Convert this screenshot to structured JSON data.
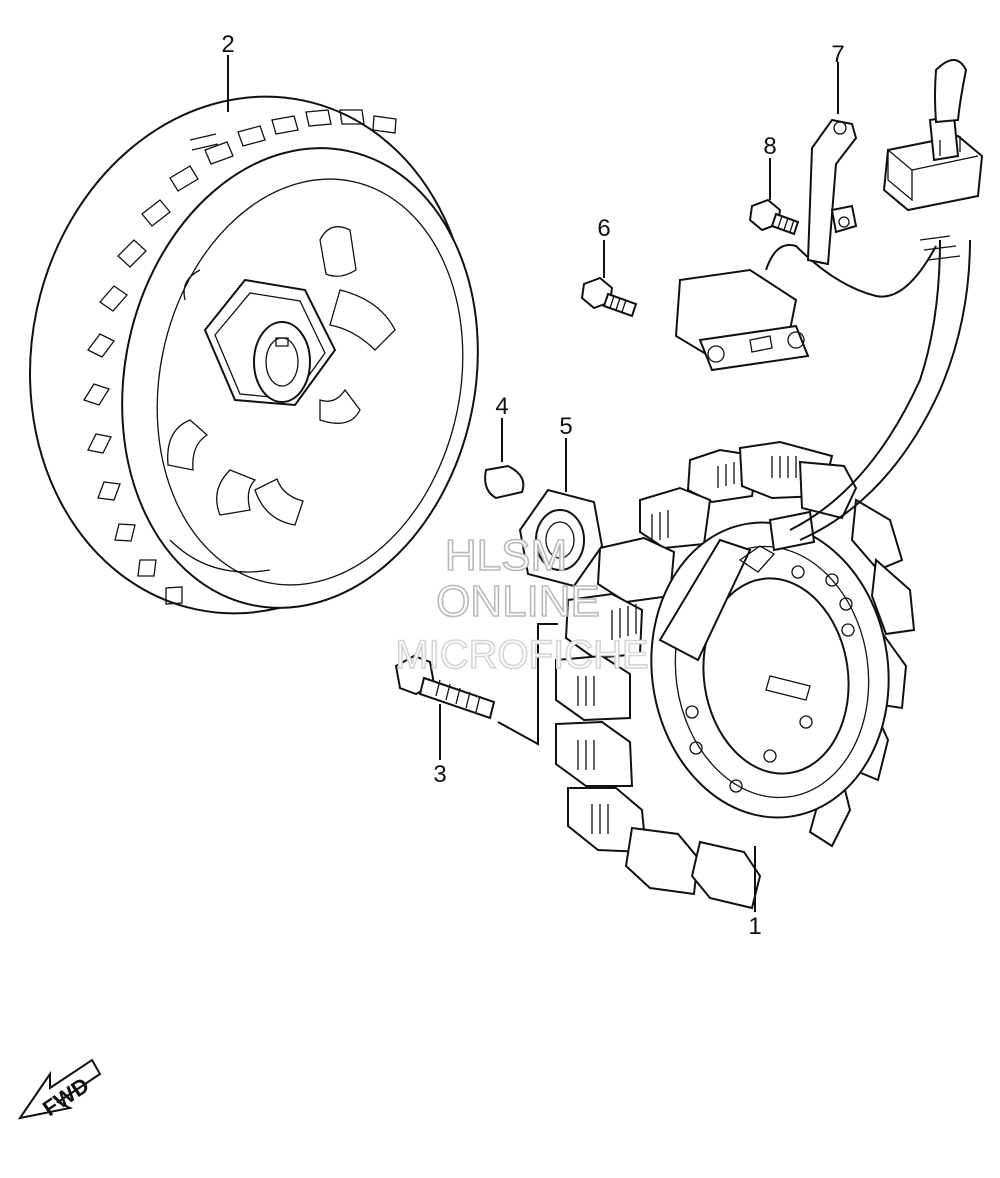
{
  "callouts": {
    "p1": "1",
    "p2": "2",
    "p3": "3",
    "p4": "4",
    "p5": "5",
    "p6": "6",
    "p7": "7",
    "p8": "8"
  },
  "watermark": {
    "line1": "HLSM",
    "line2": "ONLINE",
    "line3": "MICROFICHE"
  },
  "direction_arrow": {
    "label": "FWD"
  },
  "colors": {
    "line": "#111111",
    "background": "#ffffff",
    "watermark": "#b9b9b9"
  }
}
